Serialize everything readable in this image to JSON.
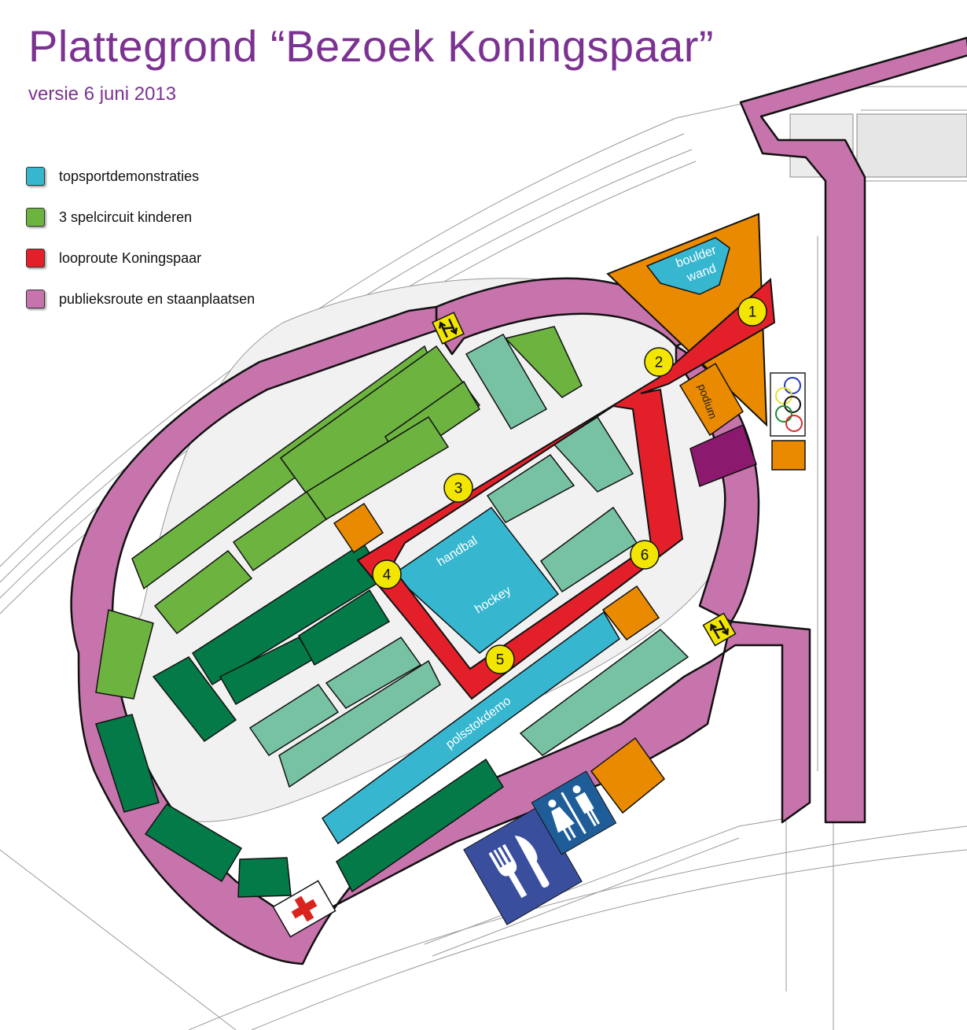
{
  "header": {
    "title": "Plattegrond “Bezoek Koningspaar”",
    "subtitle": "versie 6 juni 2013"
  },
  "legend": {
    "items": [
      {
        "label": "topsportdemonstraties",
        "color": "#37b6cf"
      },
      {
        "label": "3 spelcircuit kinderen",
        "color": "#6cb33f"
      },
      {
        "label": "looproute Koningspaar",
        "color": "#e3202a"
      },
      {
        "label": "publieksroute en staanplaatsen",
        "color": "#c774ad"
      }
    ]
  },
  "map": {
    "colors": {
      "topsport": "#37b6cf",
      "kids_light": "#6cb33f",
      "kids_dark": "#047a48",
      "kids_teal": "#78c2a4",
      "route": "#e3202a",
      "public": "#c774ad",
      "orange": "#ea8a00",
      "plum": "#8b1a6e",
      "marker": "#f2e500",
      "sign_blue": "#3a4e9e",
      "sign_wc": "#1f5d99"
    },
    "labels": {
      "boulder_line1": "boulder",
      "boulder_line2": "wand",
      "podium": "podium",
      "field_line1": "handbal",
      "field_line2": "hockey",
      "polsstok": "polsstokdemo"
    },
    "route_stops": [
      "1",
      "2",
      "3",
      "4",
      "5",
      "6"
    ],
    "icons": {
      "direction_sign": "two-way-arrow-icon",
      "olympic_rings": "olympic-rings-icon",
      "first_aid": "red-cross-icon",
      "restaurant": "fork-knife-icon",
      "toilets": "toilet-icon"
    }
  }
}
